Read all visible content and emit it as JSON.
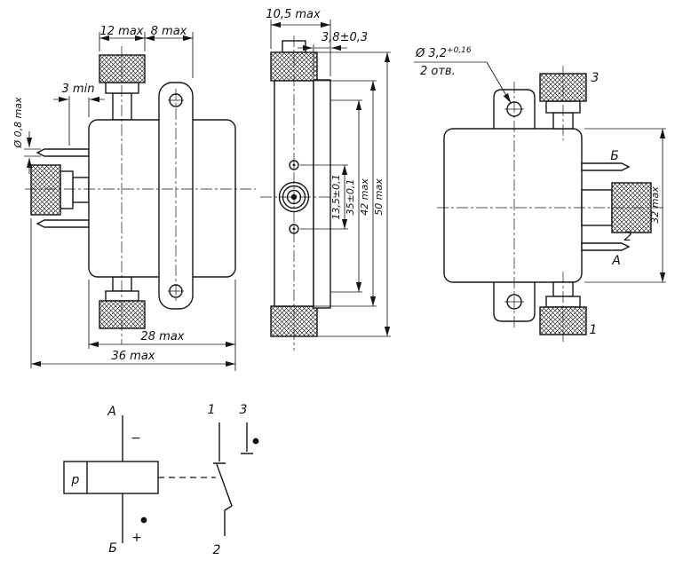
{
  "component": {
    "left_view": {
      "dim_nut_width": "12 max",
      "dim_nut_to_flange": "8 max",
      "dim_pin_clearance": "3 min",
      "dim_pin_diameter": "Ø 0,8 max",
      "dim_body_width": "28 max",
      "dim_overall_width": "36 max"
    },
    "front_view": {
      "dim_depth": "10,5 max",
      "dim_flange_thickness": "3,8±0,3",
      "dim_screw_spacing": "13,5±0,1",
      "dim_hole_spacing": "35±0,1",
      "dim_body_height": "42 max",
      "dim_overall_height": "50 max"
    },
    "right_view": {
      "hole_note_dia": "Ø 3,2",
      "hole_note_tol": "+0,16",
      "hole_note_qty": "2 отв.",
      "dim_height": "32 max",
      "label_pin1": "1",
      "label_pin2": "2",
      "label_pin3": "3",
      "label_pin_a": "А",
      "label_pin_b": "Б"
    },
    "schematic": {
      "coil_label": "р",
      "terminal_a": "А",
      "terminal_b": "Б",
      "contact_1": "1",
      "contact_2": "2",
      "contact_3": "3",
      "polarity_minus": "−",
      "polarity_plus": "+"
    }
  }
}
